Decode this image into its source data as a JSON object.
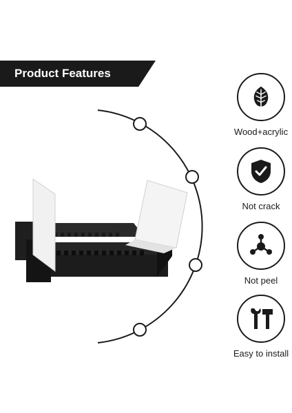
{
  "banner": {
    "title": "Product Features",
    "background": "#1a1a1a",
    "text_color": "#ffffff"
  },
  "product_image": {
    "icon": "record-stand-product-icon"
  },
  "features": [
    {
      "label": "Wood+acrylic",
      "icon": "leaf-icon"
    },
    {
      "label": "Not crack",
      "icon": "shield-check-icon"
    },
    {
      "label": "Not peel",
      "icon": "molecule-icon"
    },
    {
      "label": "Easy to install",
      "icon": "tools-icon"
    }
  ],
  "colors": {
    "accent": "#1a1a1a",
    "background": "#ffffff"
  }
}
